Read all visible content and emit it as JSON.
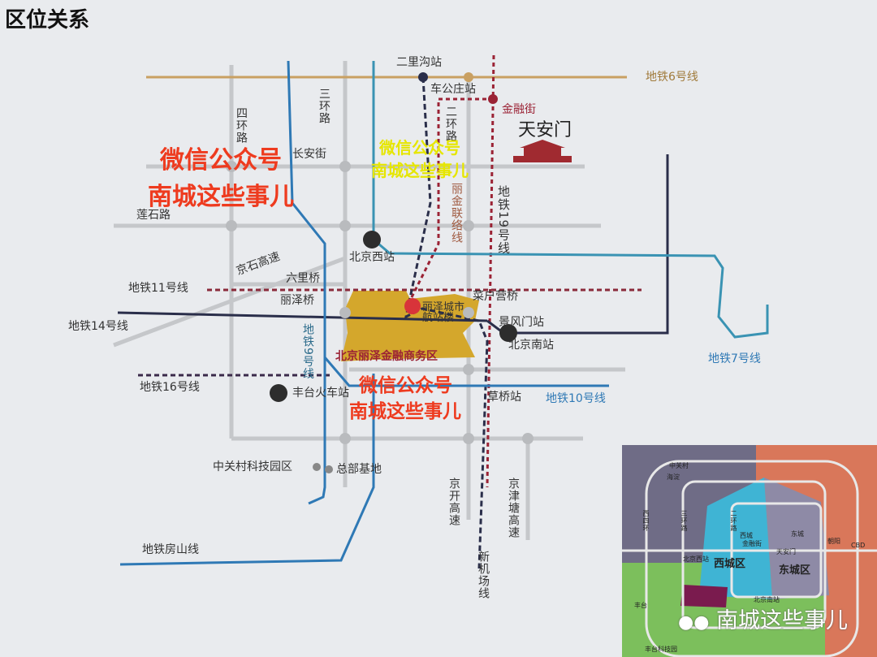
{
  "title": "区位关系",
  "colors": {
    "road": "#c5c7ca",
    "metro6": "#c9a062",
    "metro19": "#9b2335",
    "navy": "#2a2e4a",
    "blue": "#2f79b5",
    "teal": "#3a93b3",
    "district": "#d4a72c",
    "watermark_red": "#ee3b1f",
    "watermark_yellow": "#e6e600"
  },
  "lines": {
    "metro6": "地铁6号线",
    "metro19": "地铁19号线",
    "metro11": "地铁11号线",
    "metro14": "地铁14号线",
    "metro16": "地铁16号线",
    "metro9": "地铁9号线",
    "metro10": "地铁10号线",
    "metro7": "地铁7号线",
    "fangshan": "地铁房山线",
    "lijin": "丽金联络线",
    "new_airport": "新机场线"
  },
  "roads": {
    "ring4": "四环路",
    "ring3": "三环路",
    "ring2": "二环路",
    "changan": "长安街",
    "lianshi": "莲石路",
    "jingshi": "京石高速",
    "jingkai": "京开高速",
    "jingjintang": "京津塘高速"
  },
  "places": {
    "erligou": "二里沟站",
    "chegongzhuang": "车公庄站",
    "jinrongjie": "金融街",
    "tiananmen": "天安门",
    "beijing_west": "北京西站",
    "liulitiao": "六里桥",
    "lize_bridge": "丽泽桥",
    "caihuying": "菜户营桥",
    "jingfengmen": "景风门站",
    "beijing_south": "北京南站",
    "lize_terminal": "丽泽城市航站楼",
    "lize_cbd": "北京丽泽金融商务区",
    "fengtai_station": "丰台火车站",
    "caoqiao": "草桥站",
    "zhongguancun_park": "中关村科技园区",
    "zongbu": "总部基地"
  },
  "watermarks": {
    "line1": "微信公众号",
    "line2": "南城这些事儿"
  },
  "inset": {
    "labels": [
      "中关村",
      "海淀",
      "西城",
      "金融街",
      "东城",
      "朝阳",
      "CBD",
      "天安门",
      "北京西站",
      "西城区",
      "东城区",
      "北京南站",
      "丰台",
      "丰台科技园",
      "西四环",
      "三环路",
      "二环路"
    ],
    "colors": {
      "haidian": "#6f6c86",
      "xicheng": "#3fb4d4",
      "dongcheng": "#8e8aa6",
      "chaoyang": "#d9775a",
      "fengtai": "#7cbf5c",
      "lize": "#7a1b4e"
    }
  },
  "wechat_badge": "南城这些事儿"
}
